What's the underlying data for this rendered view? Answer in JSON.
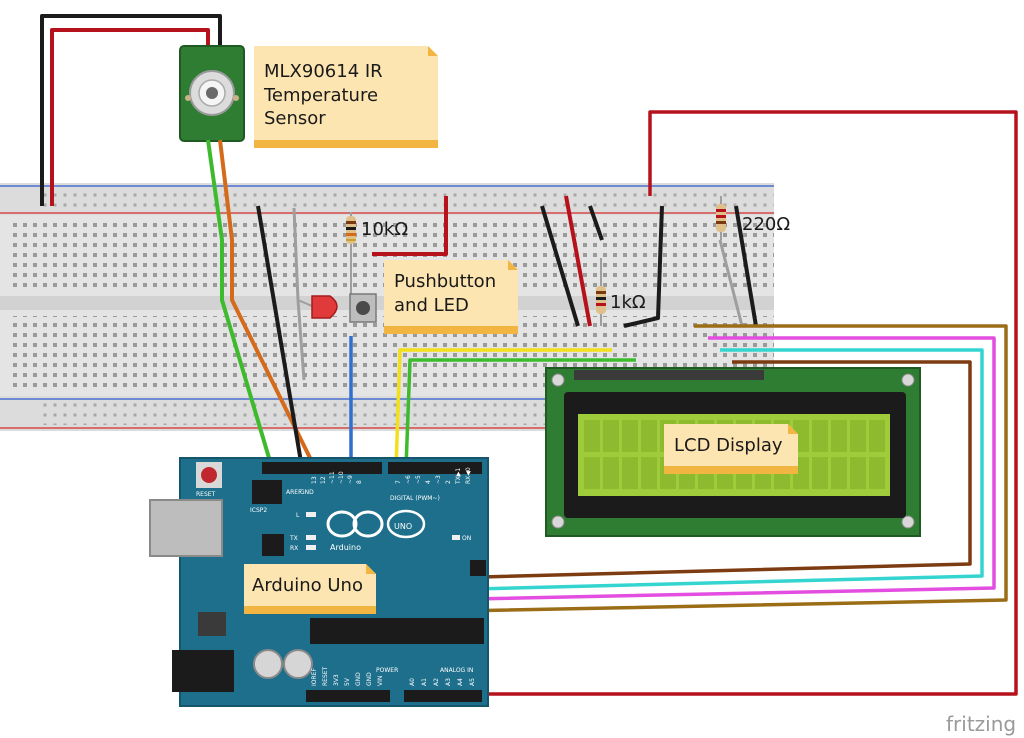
{
  "labels": {
    "sensor": [
      "MLX90614 IR",
      "Temperature",
      "Sensor"
    ],
    "r10k": "10kΩ",
    "r220": "220Ω",
    "r1k": "1kΩ",
    "pushbutton": [
      "Pushbutton",
      "and LED"
    ],
    "lcd": "LCD Display",
    "arduino": "Arduino Uno"
  },
  "board_text": {
    "reset": "RESET",
    "icsp2": "ICSP2",
    "aref": "AREF",
    "gnd": "GND",
    "l": "L",
    "tx": "TX",
    "rx": "RX",
    "on": "ON",
    "digital": "DIGITAL (PWM~)",
    "logo": "Arduino",
    "uno": "UNO",
    "power": "POWER",
    "analog": "ANALOG IN",
    "power_pins": [
      "IOREF",
      "RESET",
      "3V3",
      "5V",
      "GND",
      "GND",
      "VIN"
    ],
    "analog_pins": [
      "A0",
      "A1",
      "A2",
      "A3",
      "A4",
      "A5"
    ],
    "digital_pins": [
      "13",
      "12",
      "~11",
      "~10",
      "~9",
      "8",
      "7",
      "~6",
      "~5",
      "4",
      "~3",
      "2",
      "TX▶1",
      "RX◀0"
    ]
  },
  "watermark": "fritzing",
  "colors": {
    "wire_red": "#b5121b",
    "wire_black": "#1b1b1b",
    "wire_green": "#3dbb2d",
    "wire_orange": "#d46a1a",
    "wire_blue": "#2f6fd0",
    "wire_yellow": "#f2e01a",
    "wire_cyan": "#34d5d0",
    "wire_magenta": "#e34ee0",
    "wire_brown": "#7d3b12",
    "wire_olive": "#9a6d16",
    "arduino_blue": "#1e6f8c",
    "note_yellow": "#fde5b2",
    "lcd_green": "#9fcc3b"
  }
}
